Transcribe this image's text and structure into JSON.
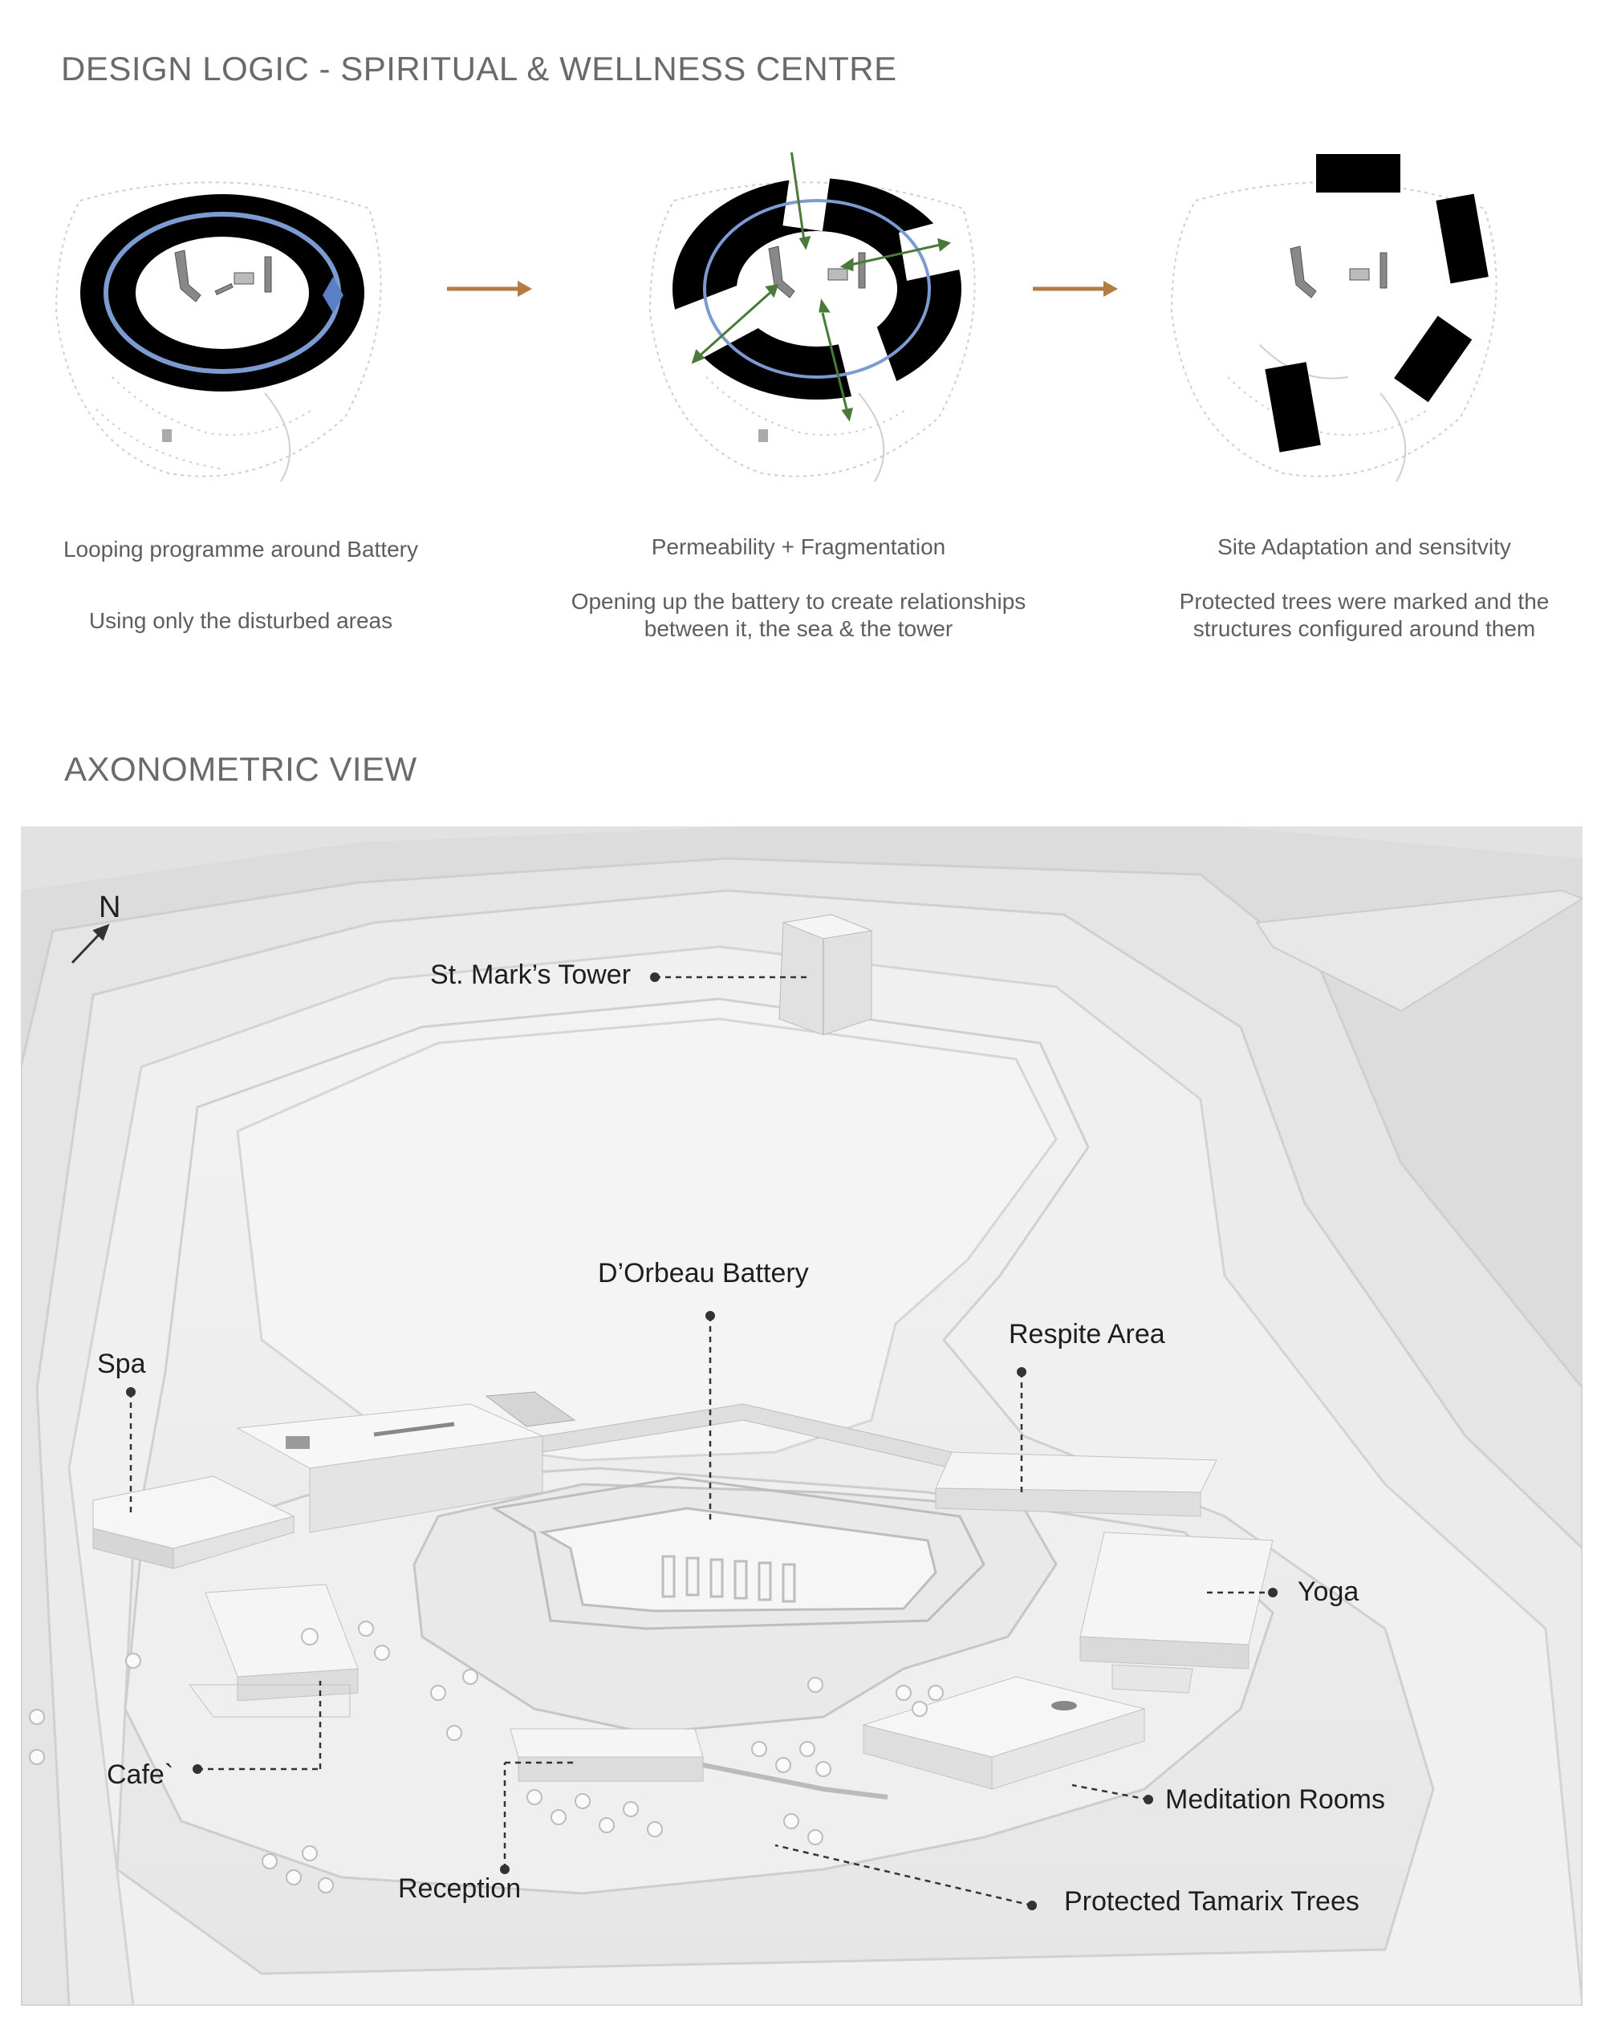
{
  "titles": {
    "design_logic": "DESIGN LOGIC - SPIRITUAL & WELLNESS CENTRE",
    "axonometric": "AXONOMETRIC VIEW"
  },
  "steps": [
    {
      "heading": "Looping programme around Battery",
      "subtext": "Using only the disturbed areas"
    },
    {
      "heading": "Permeability + Fragmentation",
      "subtext": "Opening up the battery to create relationships between it, the sea & the tower"
    },
    {
      "heading": "Site Adaptation and sensitvity",
      "subtext": "Protected trees were marked and the structures configured around them"
    }
  ],
  "axonometric": {
    "north": "N",
    "labels": {
      "tower": "St. Mark’s Tower",
      "battery": "D’Orbeau Battery",
      "respite": "Respite Area",
      "spa": "Spa",
      "yoga": "Yoga",
      "cafe": "Cafe`",
      "meditation": "Meditation Rooms",
      "reception": "Reception",
      "trees": "Protected Tamarix Trees"
    }
  },
  "colors": {
    "ring": "#000000",
    "loop_arrow": "#7c9bd1",
    "green_arrow": "#4a7a3a",
    "process_arrow": "#b27d45",
    "caption_text": "#5e5e5e",
    "title_text": "#6a6a6a"
  }
}
